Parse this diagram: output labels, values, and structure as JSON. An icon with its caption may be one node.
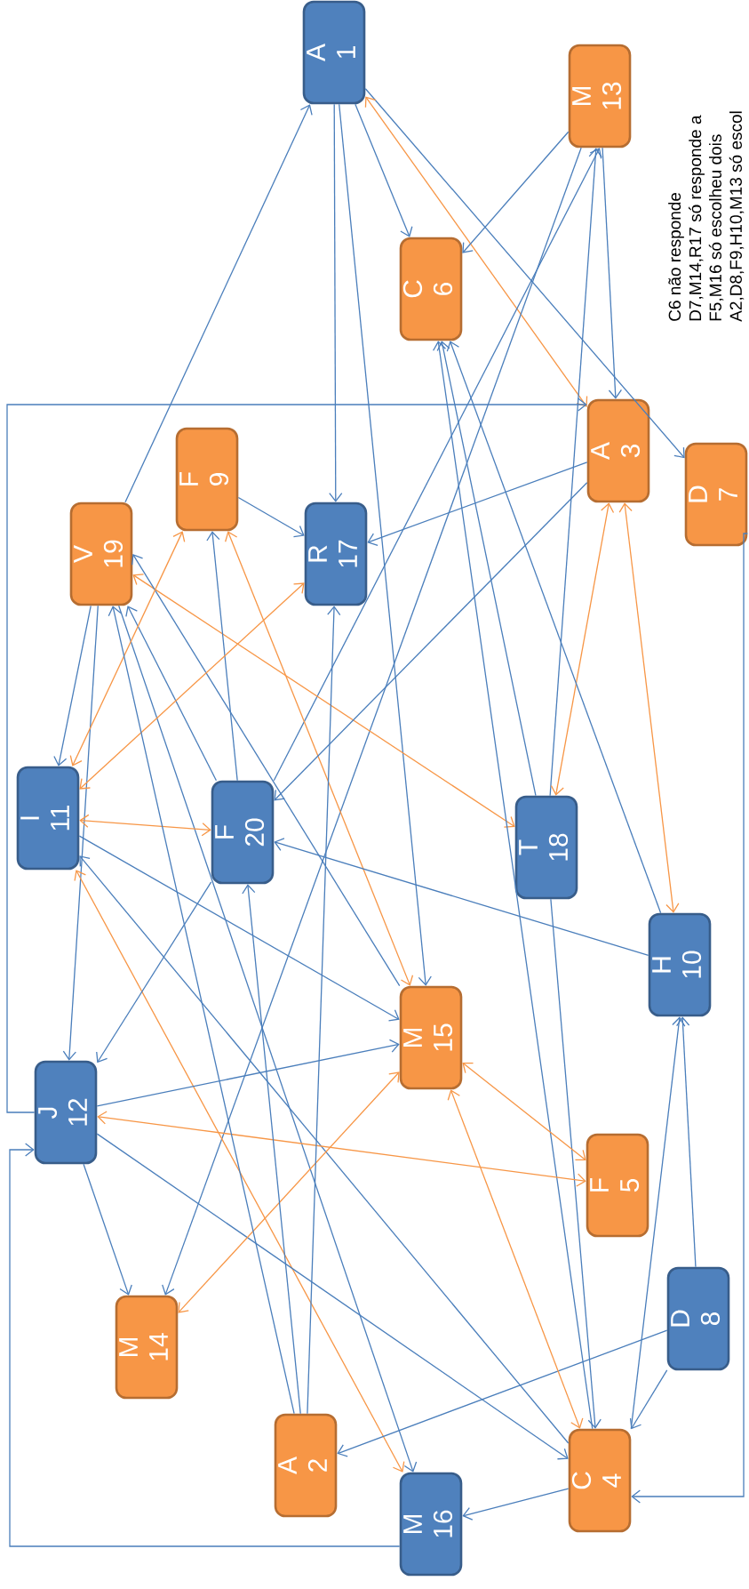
{
  "diagram": {
    "nodes": [
      {
        "text": [
          "A",
          "1"
        ]
      },
      {
        "text": [
          "A",
          "2"
        ]
      },
      {
        "text": [
          "A",
          "3"
        ]
      },
      {
        "text": [
          "C",
          "4"
        ]
      },
      {
        "text": [
          "F",
          "5"
        ]
      },
      {
        "text": [
          "C",
          "6"
        ]
      },
      {
        "text": [
          "D",
          "7"
        ]
      },
      {
        "text": [
          "D",
          "8"
        ]
      },
      {
        "text": [
          "F",
          "9"
        ]
      },
      {
        "text": [
          "H",
          "10"
        ]
      },
      {
        "text": [
          "I",
          "11"
        ]
      },
      {
        "text": [
          "J",
          "12"
        ]
      },
      {
        "text": [
          "M",
          "13"
        ]
      },
      {
        "text": [
          "M",
          "14"
        ]
      },
      {
        "text": [
          "M",
          "15"
        ]
      },
      {
        "text": [
          "M",
          "16"
        ]
      },
      {
        "text": [
          "R",
          "17"
        ]
      },
      {
        "text": [
          "T",
          "18"
        ]
      },
      {
        "text": [
          "V",
          "19"
        ]
      },
      {
        "text": [
          "F",
          "20"
        ]
      }
    ],
    "edges": [
      {
        "from": 0,
        "to": 5,
        "arrow": "to"
      },
      {
        "from": 0,
        "to": 16,
        "arrow": "to"
      },
      {
        "from": 0,
        "to": 14,
        "arrow": "to"
      },
      {
        "from": 0,
        "to": 6,
        "arrow": "to"
      },
      {
        "from": 0,
        "to": 2,
        "arrow": "both",
        "color": "#f79646"
      },
      {
        "from": 12,
        "to": 5,
        "arrow": "to"
      },
      {
        "from": 12,
        "to": 2,
        "arrow": "to"
      },
      {
        "from": 12,
        "to": 13,
        "arrow": "to"
      },
      {
        "from": 19,
        "to": 12,
        "arrow": "to"
      },
      {
        "from": 17,
        "to": 12,
        "arrow": "to"
      },
      {
        "from": 11,
        "to": 2,
        "arrow": "to"
      },
      {
        "from": 8,
        "to": 16,
        "arrow": "to"
      },
      {
        "from": 18,
        "to": 0,
        "arrow": "to"
      },
      {
        "from": 18,
        "to": 17,
        "arrow": "both",
        "color": "#f79646"
      },
      {
        "from": 18,
        "to": 10,
        "arrow": "to"
      },
      {
        "from": 18,
        "to": 11,
        "arrow": "to"
      },
      {
        "from": 18,
        "to": 15,
        "arrow": "to"
      },
      {
        "from": 19,
        "to": 18,
        "arrow": "to"
      },
      {
        "from": 14,
        "to": 18,
        "arrow": "to"
      },
      {
        "from": 19,
        "to": 8,
        "arrow": "to"
      },
      {
        "from": 8,
        "to": 14,
        "arrow": "both",
        "color": "#f79646"
      },
      {
        "from": 10,
        "to": 8,
        "arrow": "both",
        "color": "#f79646"
      },
      {
        "from": 10,
        "to": 16,
        "arrow": "both",
        "color": "#f79646"
      },
      {
        "from": 10,
        "to": 19,
        "arrow": "both",
        "color": "#f79646"
      },
      {
        "from": 10,
        "to": 14,
        "arrow": "to"
      },
      {
        "from": 3,
        "to": 10,
        "arrow": "to"
      },
      {
        "from": 15,
        "to": 10,
        "arrow": "both",
        "color": "#f79646"
      },
      {
        "from": 2,
        "to": 16,
        "arrow": "to"
      },
      {
        "from": 2,
        "to": 19,
        "arrow": "to"
      },
      {
        "from": 2,
        "to": 17,
        "arrow": "both",
        "color": "#f79646"
      },
      {
        "from": 2,
        "to": 9,
        "arrow": "both",
        "color": "#f79646"
      },
      {
        "from": 6,
        "to": 3,
        "arrow": "to"
      },
      {
        "from": 17,
        "to": 5,
        "arrow": "to"
      },
      {
        "from": 17,
        "to": 3,
        "arrow": "to"
      },
      {
        "from": 9,
        "to": 5,
        "arrow": "to"
      },
      {
        "from": 9,
        "to": 19,
        "arrow": "to"
      },
      {
        "from": 3,
        "to": 9,
        "arrow": "to"
      },
      {
        "from": 7,
        "to": 9,
        "arrow": "to"
      },
      {
        "from": 7,
        "to": 3,
        "arrow": "to"
      },
      {
        "from": 7,
        "to": 1,
        "arrow": "to"
      },
      {
        "from": 3,
        "to": 15,
        "arrow": "to"
      },
      {
        "from": 3,
        "to": 5,
        "arrow": "to"
      },
      {
        "from": 19,
        "to": 11,
        "arrow": "to"
      },
      {
        "from": 11,
        "to": 14,
        "arrow": "to"
      },
      {
        "from": 11,
        "to": 13,
        "arrow": "to"
      },
      {
        "from": 11,
        "to": 3,
        "arrow": "to"
      },
      {
        "from": 11,
        "to": 4,
        "arrow": "both",
        "color": "#f79646"
      },
      {
        "from": 14,
        "to": 4,
        "arrow": "both",
        "color": "#f79646"
      },
      {
        "from": 14,
        "to": 3,
        "arrow": "both",
        "color": "#f79646"
      },
      {
        "from": 13,
        "to": 14,
        "arrow": "both",
        "color": "#f79646"
      },
      {
        "from": 1,
        "to": 18,
        "arrow": "to"
      },
      {
        "from": 1,
        "to": 19,
        "arrow": "to"
      },
      {
        "from": 1,
        "to": 16,
        "arrow": "to"
      },
      {
        "from": 15,
        "to": 11,
        "arrow": "to"
      }
    ],
    "labels": [
      "C6 não responde",
      "D7,M14,R17 só responde a",
      "F5,M16 só escolheu dois",
      "A2,D8,F9,H10,M13 só escol"
    ]
  }
}
